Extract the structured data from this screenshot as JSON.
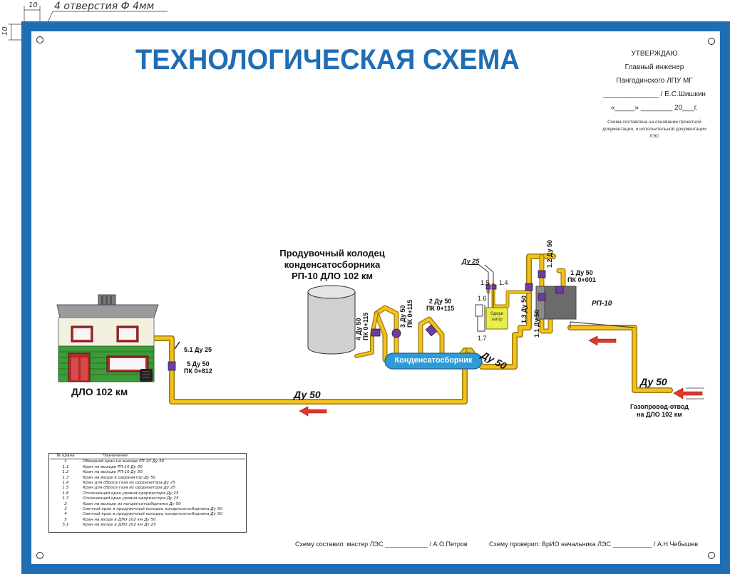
{
  "dimensions": {
    "top_value": "10",
    "side_value": "10",
    "holes_note": "4 отверстия Ф 4мм"
  },
  "title": "ТЕХНОЛОГИЧЕСКАЯ СХЕМА",
  "approval": {
    "line1": "УТВЕРЖДАЮ",
    "line2": "Главный инженер",
    "line3": "Пангодинского ЛПУ МГ",
    "line4": "______________ / Е.С.Шишкин",
    "line5": "«_____» ________ 20___г.",
    "note1": "Схема составлена на основании проектной",
    "note2": "документации, и исполнительной документации ЛЭС"
  },
  "diagram": {
    "building_label": "ДЛО 102 км",
    "well_title_1": "Продувочный колодец",
    "well_title_2": "конденсатосборника",
    "well_title_3": "РП-10 ДЛО 102 км",
    "condensate_label": "Конденсатосборник",
    "odorizer_label_1": "Одори",
    "odorizer_label_2": "затор",
    "rp10_label": "РП-10",
    "inlet_label_1": "Газопровод-отвод",
    "inlet_label_2": "на ДЛО 102 км",
    "du50_bottom": "Ду 50",
    "du50_diag": "Ду 50",
    "du50_right": "Ду 50",
    "valve_5_1": "5.1 Ду 25",
    "valve_5_a": "5 Ду 50",
    "valve_5_b": "ПК 0+812",
    "valve_4_a": "4 Ду 50",
    "valve_4_b": "ПК 0+115",
    "valve_3_a": "3 Ду 50",
    "valve_3_b": "ПК 0+115",
    "valve_2_a": "2 Ду 50",
    "valve_2_b": "ПК 0+115",
    "du25": "Ду 25",
    "valve_1_5": "1.5",
    "valve_1_4": "1.4",
    "valve_1_6": "1.6",
    "valve_1_7": "1.7",
    "valve_1_3": "1.3 Ду 50",
    "valve_1_1": "1.1 Ду 50",
    "valve_1_2": "1.2 Ду 50",
    "valve_1_a": "1 Ду 50",
    "valve_1_b": "ПК 0+001"
  },
  "legend": {
    "header_num": "№  крана",
    "header_desc": "Назначение",
    "rows": [
      {
        "num": "1",
        "desc": "Обводной кран на выходе РП-10 Ду 50"
      },
      {
        "num": "1.1",
        "desc": "Кран на выходе РП-10 Ду 50"
      },
      {
        "num": "1.2",
        "desc": "Кран на выходе РП-10 Ду 50"
      },
      {
        "num": "1.3",
        "desc": "Кран на входе в одоризатор Ду 50"
      },
      {
        "num": "1.4",
        "desc": "Кран для сброса газа из одоризатора Ду 25"
      },
      {
        "num": "1.5",
        "desc": "Кран для сброса газа из одоризатора Ду 25"
      },
      {
        "num": "1.6",
        "desc": "Отсекающий кран уровня одоризатора Ду 25"
      },
      {
        "num": "1.7",
        "desc": "Отсекающий кран уровня одоризатора Ду 25"
      },
      {
        "num": "2",
        "desc": "Кран на выходе из конденсатосборника Ду 50"
      },
      {
        "num": "3",
        "desc": "Свечной кран в продувочный колодец конденсатосборника Ду 50"
      },
      {
        "num": "4",
        "desc": "Свечной кран в продувочный колодец конденсатосборника Ду 50"
      },
      {
        "num": "5",
        "desc": "Кран на входе в ДЛО 102 км Ду 50"
      },
      {
        "num": "5.1",
        "desc": "Кран на входе в ДЛО 102 км Ду 25"
      }
    ]
  },
  "signatures": {
    "made_by": "Схему составил: мастер ЛЭС ____________ / А.О.Петров",
    "checked_by": "Схему проверил: ВрИО начальника ЛЭС ___________ / А.Н.Чебышев"
  },
  "colors": {
    "frame": "#1f6db5",
    "pipe": "#f2c11c",
    "pipe_edge": "#9a7a10",
    "valve": "#6a3fa0",
    "arrow": "#e3352b"
  }
}
